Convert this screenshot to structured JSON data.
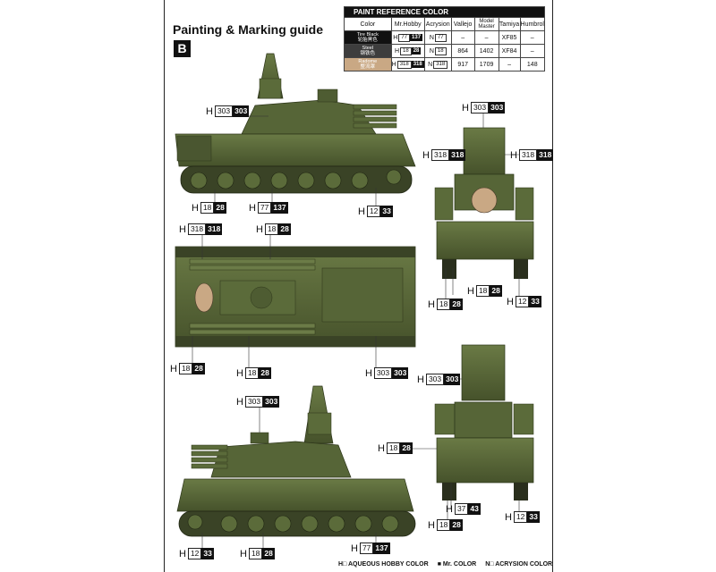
{
  "header": {
    "title": "Painting & Marking guide",
    "section": "B"
  },
  "table": {
    "title": "PAINT  REFERENCE COLOR",
    "columns": [
      "Color",
      "Mr.Hobby",
      "Acrysion",
      "Vallejo",
      "Model Master",
      "Tamiya",
      "Humbrol"
    ],
    "rows": [
      {
        "color_en": "Tire Black",
        "color_cn": "轮胎黑色",
        "swatch": "#111111",
        "h_code": "77",
        "mr_code": "137",
        "n_code": "77",
        "vallejo": "–",
        "model_master": "–",
        "tamiya": "XF85",
        "humbrol": "–"
      },
      {
        "color_en": "Steel",
        "color_cn": "钢铁色",
        "swatch": "#3d3d3d",
        "h_code": "18",
        "mr_code": "28",
        "n_code": "18",
        "vallejo": "864",
        "model_master": "1402",
        "tamiya": "XF84",
        "humbrol": "–"
      },
      {
        "color_en": "Radome",
        "color_cn": "整流罩",
        "swatch": "#c9a884",
        "h_code": "318",
        "mr_code": "318",
        "n_code": "318",
        "vallejo": "917",
        "model_master": "1709",
        "tamiya": "–",
        "humbrol": "148"
      }
    ]
  },
  "callouts": [
    {
      "prefix": "H",
      "code": "303",
      "mr": "303"
    },
    {
      "prefix": "H",
      "code": "18",
      "mr": "28"
    },
    {
      "prefix": "H",
      "code": "77",
      "mr": "137"
    },
    {
      "prefix": "H",
      "code": "12",
      "mr": "33"
    },
    {
      "prefix": "H",
      "code": "303",
      "mr": "303"
    },
    {
      "prefix": "H",
      "code": "318",
      "mr": "318"
    },
    {
      "prefix": "H",
      "code": "318",
      "mr": "318"
    },
    {
      "prefix": "H",
      "code": "18",
      "mr": "28"
    },
    {
      "prefix": "H",
      "code": "18",
      "mr": "28"
    },
    {
      "prefix": "H",
      "code": "12",
      "mr": "33"
    },
    {
      "prefix": "H",
      "code": "318",
      "mr": "318"
    },
    {
      "prefix": "H",
      "code": "18",
      "mr": "28"
    },
    {
      "prefix": "H",
      "code": "18",
      "mr": "28"
    },
    {
      "prefix": "H",
      "code": "18",
      "mr": "28"
    },
    {
      "prefix": "H",
      "code": "303",
      "mr": "303"
    },
    {
      "prefix": "H",
      "code": "303",
      "mr": "303"
    },
    {
      "prefix": "H",
      "code": "303",
      "mr": "303"
    },
    {
      "prefix": "H",
      "code": "18",
      "mr": "28"
    },
    {
      "prefix": "H",
      "code": "37",
      "mr": "43"
    },
    {
      "prefix": "H",
      "code": "18",
      "mr": "28"
    },
    {
      "prefix": "H",
      "code": "12",
      "mr": "33"
    },
    {
      "prefix": "H",
      "code": "12",
      "mr": "33"
    },
    {
      "prefix": "H",
      "code": "18",
      "mr": "28"
    },
    {
      "prefix": "H",
      "code": "77",
      "mr": "137"
    }
  ],
  "footer": {
    "h_label": "AQUEOUS HOBBY COLOR",
    "mr_label": "Mr. COLOR",
    "n_label": "ACRYSION COLOR"
  },
  "colors": {
    "vehicle_green": "#5b6b3a",
    "vehicle_dark": "#3f4a27",
    "radome": "#c9a884",
    "tire_black": "#111111"
  }
}
